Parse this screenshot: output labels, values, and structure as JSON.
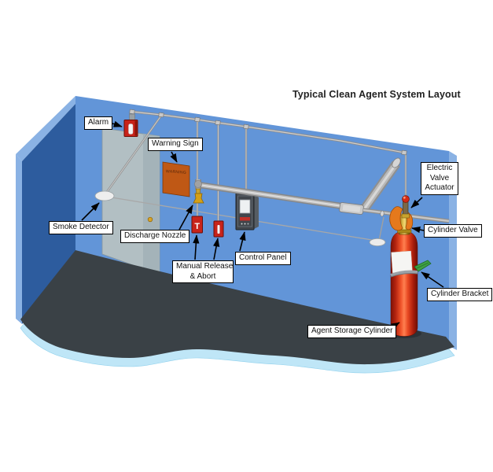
{
  "title": "Typical Clean Agent System Layout",
  "labels": {
    "alarm": "Alarm",
    "warning_sign": "Warning Sign",
    "smoke_detector": "Smoke Detector",
    "discharge_nozzle": "Discharge Nozzle",
    "manual_release": {
      "line1": "Manual Release",
      "line2": "& Abort"
    },
    "control_panel": "Control Panel",
    "electric_valve_actuator": {
      "line1": "Electric",
      "line2": "Valve",
      "line3": "Actuator"
    },
    "cylinder_valve": "Cylinder Valve",
    "cylinder_bracket": "Cylinder Bracket",
    "agent_storage_cylinder": "Agent Storage Cylinder"
  },
  "diagram": {
    "warning_sign_text": "WARNING",
    "manual_release_marking": "T",
    "colors": {
      "back_wall": "#6295d8",
      "side_wall": "#2d5c9e",
      "wall_edge_highlight": "#8ab2e4",
      "floor": "#3a4146",
      "floor_edge_cyan": "#bfe6f7",
      "door": "#b2bfc3",
      "pipe_gray": "#a8a8a8",
      "alarm_red": "#c8231a",
      "sign_orange": "#bf5815",
      "cylinder_red": "#d93a14",
      "valve_brass": "#c9a32e",
      "bracket_green": "#3fa045"
    }
  }
}
